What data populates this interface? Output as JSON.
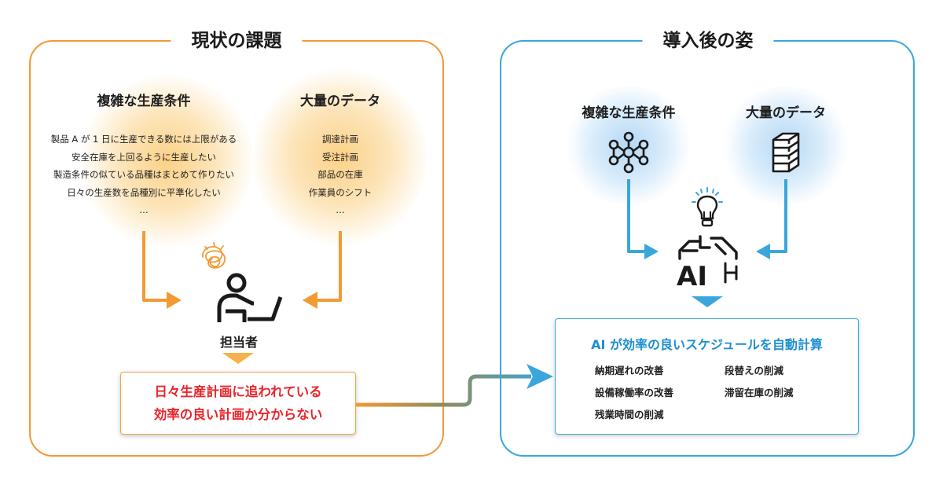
{
  "current": {
    "title": "現状の課題",
    "left": {
      "heading": "複雑な生産条件",
      "items": [
        "製品 A が 1 日に生産できる数には上限がある",
        "安全在庫を上回るように生産したい",
        "製造条件の似ている品種はまとめて作りたい",
        "日々の生産数を品種別に平準化したい",
        "…"
      ]
    },
    "right": {
      "heading": "大量のデータ",
      "items": [
        "調達計画",
        "受注計画",
        "部品の在庫",
        "作業員のシフト",
        "…"
      ]
    },
    "person_label": "担当者",
    "problem": [
      "日々生産計画に追われている",
      "効率の良い計画か分からない"
    ]
  },
  "future": {
    "title": "導入後の姿",
    "left_heading": "複雑な生産条件",
    "right_heading": "大量のデータ",
    "ai_label": "AI",
    "result_title": "AI が効率の良いスケジュールを自動計算",
    "results": [
      "納期遅れの改善",
      "段替えの削減",
      "設備稼働率の改善",
      "滞留在庫の削減",
      "残業時間の削減"
    ]
  },
  "colors": {
    "orange": "#f29a33",
    "blue": "#3aa6dc",
    "red_text": "#e8262b",
    "blue_text": "#1e8fd0"
  },
  "icons": [
    "network-icon",
    "server-icon",
    "lightbulb-icon",
    "ai-chip-icon",
    "person-laptop-icon",
    "tangle-icon"
  ]
}
